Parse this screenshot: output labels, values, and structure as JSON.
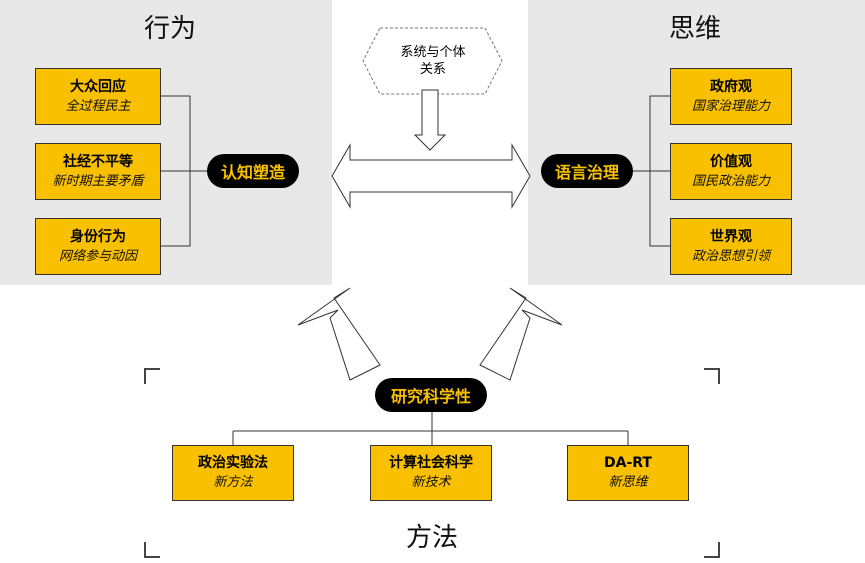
{
  "headings": {
    "behavior": "行为",
    "thinking": "思维",
    "method": "方法"
  },
  "hexagon": {
    "line1": "系统与个体",
    "line2": "关系"
  },
  "left_hub": "认知塑造",
  "right_hub": "语言治理",
  "bottom_hub": "研究科学性",
  "left_boxes": [
    {
      "title": "大众回应",
      "subtitle": "全过程民主"
    },
    {
      "title": "社经不平等",
      "subtitle": "新时期主要矛盾"
    },
    {
      "title": "身份行为",
      "subtitle": "网络参与动因"
    }
  ],
  "right_boxes": [
    {
      "title": "政府观",
      "subtitle": "国家治理能力"
    },
    {
      "title": "价值观",
      "subtitle": "国民政治能力"
    },
    {
      "title": "世界观",
      "subtitle": "政治思想引领"
    }
  ],
  "bottom_boxes": [
    {
      "title": "政治实验法",
      "subtitle": "新方法"
    },
    {
      "title": "计算社会科学",
      "subtitle": "新技术"
    },
    {
      "title": "DA-RT",
      "subtitle": "新思维"
    }
  ],
  "colors": {
    "box_fill": "#f9c000",
    "panel": "#e8e8e8",
    "pill": "#000000",
    "pill_text": "#f9c000"
  }
}
